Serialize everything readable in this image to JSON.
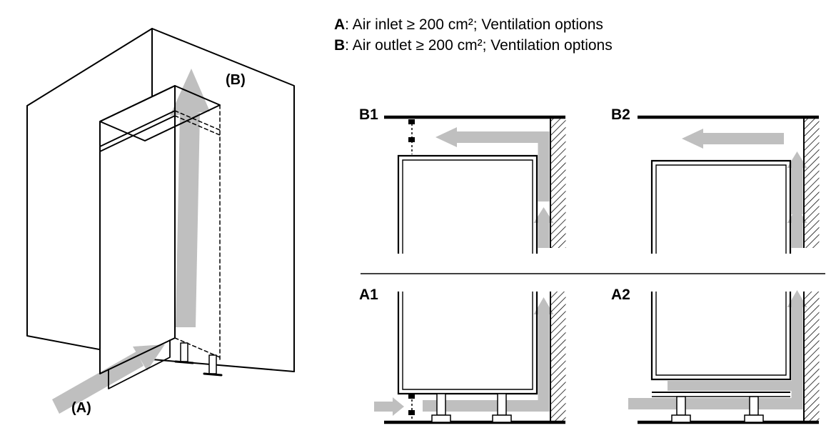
{
  "legend": {
    "lines": [
      {
        "key": "A",
        "rest": ": Air inlet ≥ 200 cm²; Ventilation options"
      },
      {
        "key": "B",
        "rest": ": Air outlet ≥ 200 cm²; Ventilation options"
      }
    ]
  },
  "isometric": {
    "label_b": "(B)",
    "label_a": "(A)"
  },
  "panels": {
    "b1": "B1",
    "b2": "B2",
    "a1": "A1",
    "a2": "A2"
  },
  "colors": {
    "arrow": "#bfbfbf",
    "line": "#000000",
    "background": "#ffffff"
  }
}
